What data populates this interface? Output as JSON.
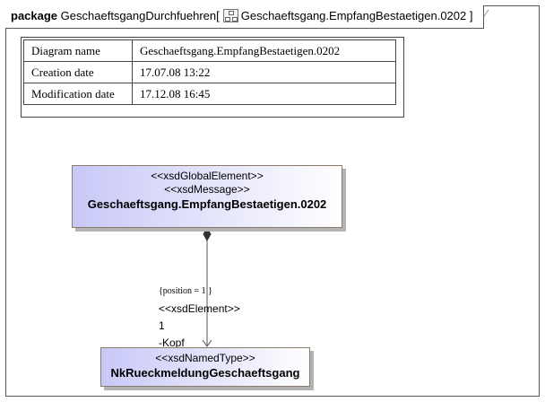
{
  "package": {
    "keyword": "package",
    "name": "GeschaeftsgangDurchfuehren[",
    "diagram_ref": "Geschaeftsgang.EmpfangBestaetigen.0202 ]"
  },
  "info_table": [
    {
      "key": "Diagram name",
      "value": "Geschaeftsgang.EmpfangBestaetigen.0202"
    },
    {
      "key": "Creation date",
      "value": "17.07.08 13:22"
    },
    {
      "key": "Modification date",
      "value": "17.12.08 16:45"
    }
  ],
  "classes": {
    "message": {
      "stereotype1": "<<xsdGlobalElement>>",
      "stereotype2": "<<xsdMessage>>",
      "name": "Geschaeftsgang.EmpfangBestaetigen.0202"
    },
    "type": {
      "stereotype": "<<xsdNamedType>>",
      "name": "NkRueckmeldungGeschaeftsgang"
    }
  },
  "association": {
    "constraint": "{position = 1   }",
    "stereotype": "<<xsdElement>>",
    "multiplicity": "1",
    "role": "-Kopf"
  },
  "colors": {
    "class_fill_start": "#c8c8f8",
    "class_border": "#8a7a6a"
  }
}
